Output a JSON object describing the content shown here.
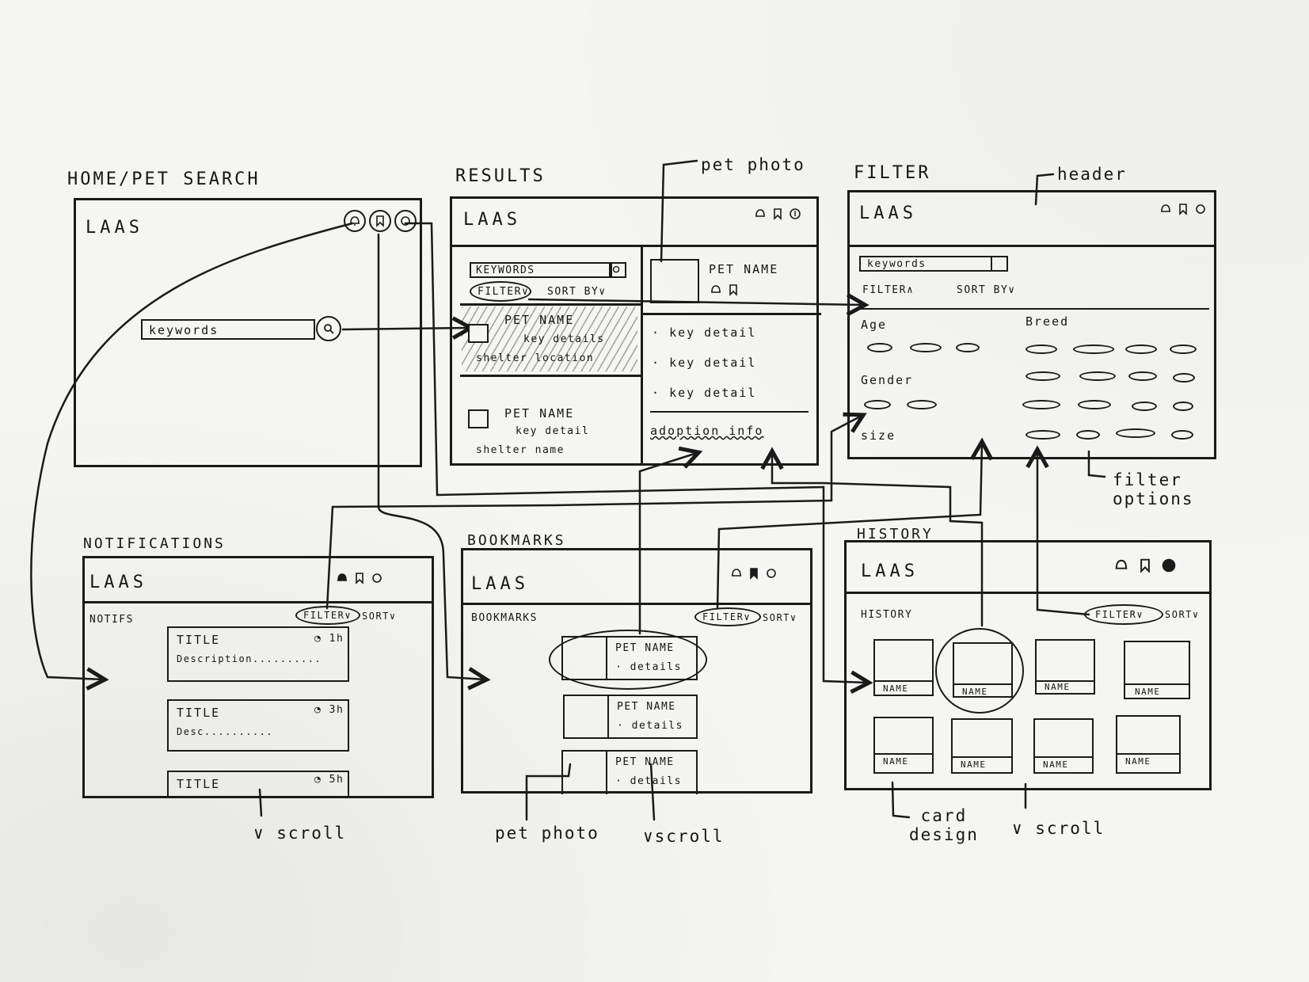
{
  "screen_titles": {
    "home": "HOME/PET SEARCH",
    "results": "RESULTS",
    "filter": "FILTER",
    "notifications": "NOTIFICATIONS",
    "bookmarks": "BOOKMARKS",
    "history": "HISTORY"
  },
  "logo": "LAAS",
  "icons": [
    "bell-icon",
    "bookmark-icon",
    "profile-icon"
  ],
  "home": {
    "search_placeholder": "keywords"
  },
  "results": {
    "search_placeholder": "KEYWORDS",
    "filter_label": "FILTER∨",
    "sort_label": "SORT BY∨",
    "list": [
      {
        "name": "PET NAME",
        "detail": "key details",
        "shelter": "shelter location"
      },
      {
        "name": "PET NAME",
        "detail": "key detail",
        "shelter": "shelter name"
      }
    ],
    "detail": {
      "name": "PET NAME",
      "key_details": [
        "key detail",
        "key detail",
        "key detail"
      ],
      "adoption_info": "adoption info"
    }
  },
  "filter": {
    "search_placeholder": "keywords",
    "filter_label": "FILTER∧",
    "sort_label": "SORT BY∨",
    "groups": {
      "age": "Age",
      "breed": "Breed",
      "gender": "Gender",
      "size": "size"
    }
  },
  "notifications": {
    "section_label": "NOTIFS",
    "filter_label": "FILTER∨",
    "sort_label": "SORT∨",
    "items": [
      {
        "title": "TITLE",
        "description": "Description..........",
        "time": "1h"
      },
      {
        "title": "TITLE",
        "description": "Desc..........",
        "time": "3h"
      },
      {
        "title": "TITLE",
        "description": "",
        "time": "5h"
      }
    ]
  },
  "bookmarks": {
    "section_label": "BOOKMARKS",
    "filter_label": "FILTER∨",
    "sort_label": "SORT∨",
    "items": [
      {
        "name": "PET NAME",
        "details": "· details"
      },
      {
        "name": "PET NAME",
        "details": "· details"
      },
      {
        "name": "PET NAME",
        "details": "· details"
      }
    ]
  },
  "history": {
    "section_label": "HISTORY",
    "filter_label": "FILTER∨",
    "sort_label": "SORT∨",
    "cards": [
      "NAME",
      "NAME",
      "NAME",
      "NAME",
      "NAME",
      "NAME",
      "NAME",
      "NAME"
    ]
  },
  "annotations": {
    "pet_photo_top": "pet photo",
    "header": "header",
    "filter_options_1": "filter",
    "filter_options_2": "options",
    "scroll_notifs": "∨ scroll",
    "pet_photo_bottom": "pet photo",
    "scroll_bookmarks": "∨scroll",
    "card_design_1": "card",
    "card_design_2": "design",
    "scroll_history": "∨ scroll"
  }
}
